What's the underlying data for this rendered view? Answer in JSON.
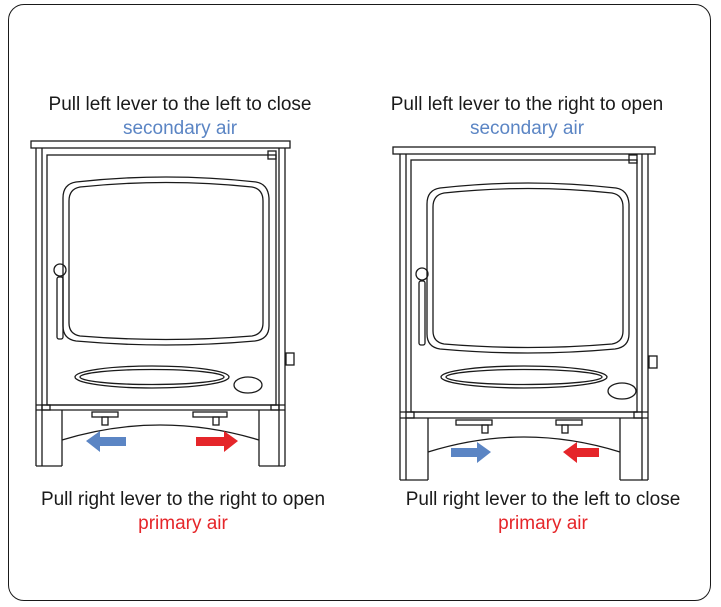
{
  "left_panel": {
    "top_caption": "Pull left lever to the left to close",
    "top_air": "secondary air",
    "bottom_caption": "Pull right lever to the right to open",
    "bottom_air": "primary air"
  },
  "right_panel": {
    "top_caption": "Pull left lever to the right to open",
    "top_air": "secondary air",
    "bottom_caption": "Pull right lever to the left to close",
    "bottom_air": "primary air"
  },
  "colors": {
    "secondary_air": "#5b85c4",
    "primary_air": "#e5262a",
    "line": "#1a1a1a"
  },
  "arrows": {
    "left_panel": {
      "secondary_lever": "left",
      "primary_lever": "right"
    },
    "right_panel": {
      "secondary_lever": "right",
      "primary_lever": "left"
    }
  }
}
